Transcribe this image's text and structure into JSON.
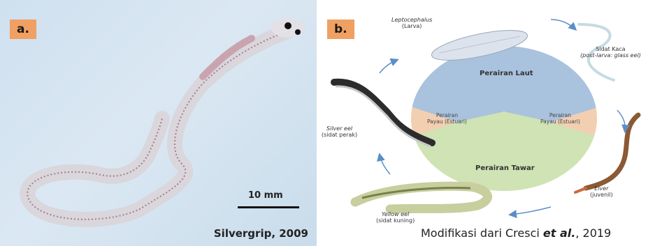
{
  "panel_a": {
    "badge": "a.",
    "scale_label": "10 mm",
    "credit": "Silvergrip, 2009"
  },
  "panel_b": {
    "badge": "b.",
    "zones": {
      "sea": "Perairan Laut",
      "fresh": "Perairan Tawar",
      "estuary_left": [
        "Perairan",
        "Payau (Estuari)"
      ],
      "estuary_right": [
        "Perairan",
        "Payau (Estuari)"
      ]
    },
    "stages": {
      "leptocephalus": [
        "Leptocephalus",
        "(Larva)"
      ],
      "glass_eel": [
        "Sidat Kaca",
        "(post-larva: glass eel)"
      ],
      "elver": [
        "Elver",
        "(juvenil)"
      ],
      "yellow_eel": [
        "Yellow eel",
        "(sidat kuning)"
      ],
      "silver_eel": [
        "Silver eel",
        "(sidat perak)"
      ]
    },
    "credit_prefix": "Modifikasi dari Cresci ",
    "credit_etal": "et al.",
    "credit_suffix": ", 2019"
  },
  "colors": {
    "sea": "#a9c2de",
    "estuary": "#f3cfb2",
    "fresh": "#cfe3b4",
    "badge": "#f0a062",
    "arrow": "#5b8ec7"
  }
}
